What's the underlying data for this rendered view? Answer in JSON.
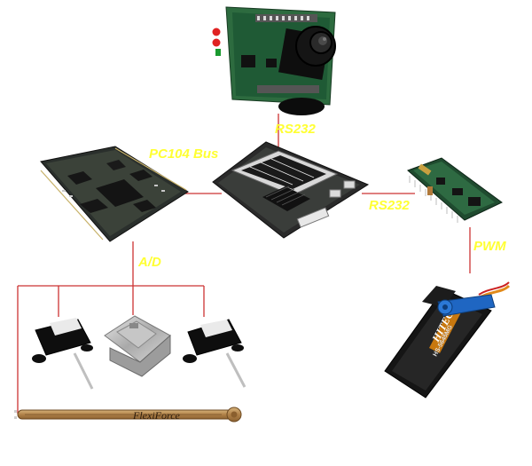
{
  "labels": {
    "camera_link": "RS232",
    "bus": "PC104 Bus",
    "controller_link": "RS232",
    "analog": "A/D",
    "servo_link": "PWM"
  },
  "sensor_strip": {
    "brand": "FlexiForce"
  },
  "servo": {
    "brand": "HITEC",
    "model": "HS-5645MG"
  },
  "colors": {
    "label": "#ffff33",
    "wire": "#cc3333",
    "pcb_green": "#1f5a35",
    "pcb_dark": "#222222",
    "chip": "#111111"
  },
  "icons": {
    "camera": "camera-module-icon",
    "daq": "daq-board-icon",
    "cpu": "cpu-board-icon",
    "controller": "servo-controller-icon",
    "servo": "servo-motor-icon",
    "sensor": "force-sensor-icon",
    "strip": "flexiforce-strip-icon"
  }
}
